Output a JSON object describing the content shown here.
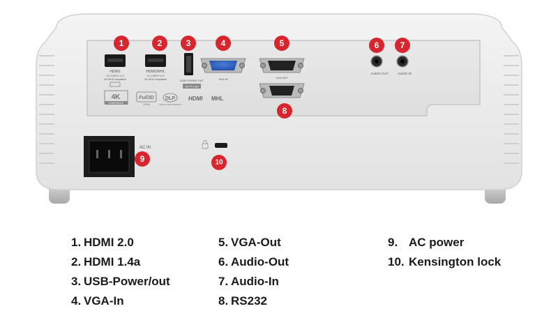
{
  "projector": {
    "icons": {
      "body": "projector-rear-body",
      "lock": "lock-icon"
    },
    "panel": {
      "hdmi1_label": "HDMI1",
      "hdmi1_sub1": "V2.0 HDCP v2.2",
      "hdmi1_sub2": "4K 60HZ compatible",
      "hdmi2_label": "HDMI2/MHL",
      "hdmi2_sub1": "V1.4 HDCP v2.2",
      "hdmi2_sub2": "4K 30HZ compatible",
      "usb_label": "USB POWER OUT",
      "usb_sub": "5V ⎓ 1.5A",
      "vga_in_label": "VGA IN",
      "vga_out_label": "VGA OUT",
      "audio_out_label": "AUDIO  OUT",
      "audio_in_label": "AUDIO  IN",
      "ac_in_label": "AC IN",
      "logo_4k": "4K",
      "logo_4k_sub": "COMPATIBLE",
      "logo_full3d": "Full3D",
      "logo_full3d_sub": "1080p",
      "logo_dlp": "DLP",
      "logo_dlp_sub": "TEXAS INSTRUMENTS",
      "logo_hdmi": "HDMI",
      "logo_mhl": "MHL"
    },
    "badges": [
      "1",
      "2",
      "3",
      "4",
      "5",
      "6",
      "7",
      "8",
      "9",
      "10"
    ],
    "badge_color": "#d7262e"
  },
  "legend": {
    "col1": [
      {
        "num": "1.",
        "label": "HDMI 2.0"
      },
      {
        "num": "2.",
        "label": "HDMI 1.4a"
      },
      {
        "num": "3.",
        "label": "USB-Power/out"
      },
      {
        "num": "4.",
        "label": "VGA-In"
      }
    ],
    "col2": [
      {
        "num": "5.",
        "label": "VGA-Out"
      },
      {
        "num": "6.",
        "label": "Audio-Out"
      },
      {
        "num": "7.",
        "label": "Audio-In"
      },
      {
        "num": "8.",
        "label": "RS232"
      }
    ],
    "col3": [
      {
        "num": "9.",
        "label": "AC power"
      },
      {
        "num": "10.",
        "label": "Kensington lock"
      }
    ]
  }
}
